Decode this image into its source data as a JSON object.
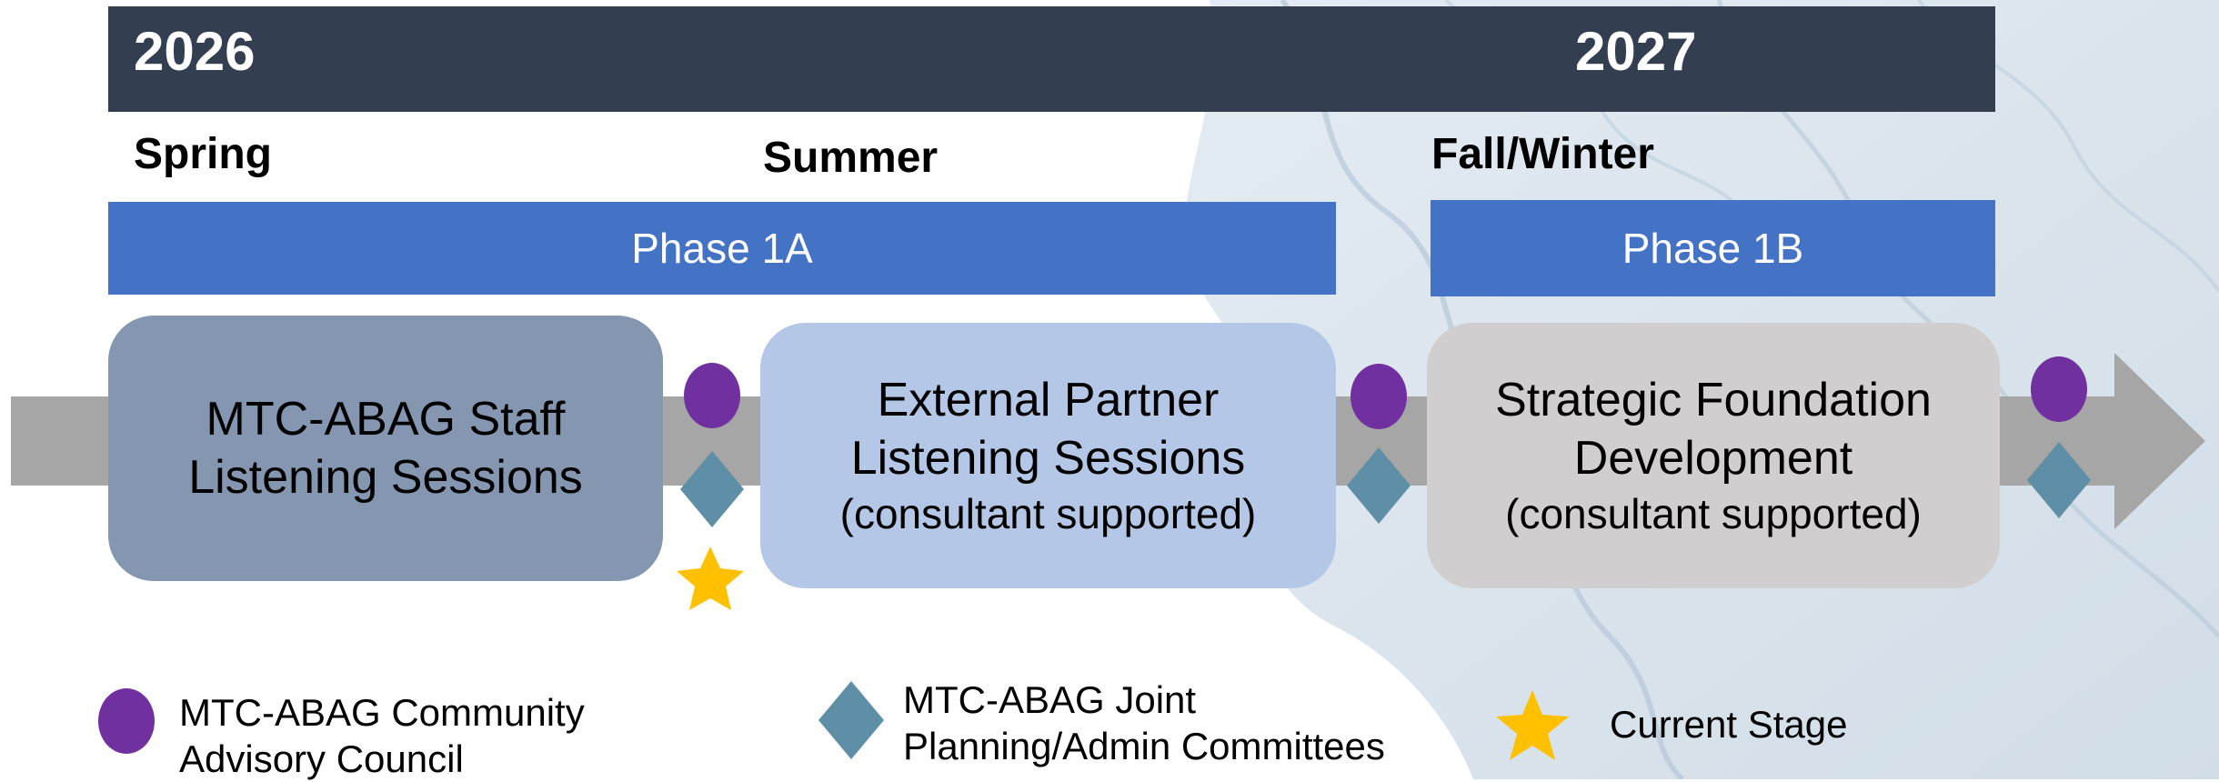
{
  "header": {
    "year_start": "2026",
    "year_end": "2027"
  },
  "seasons": {
    "spring": "Spring",
    "summer": "Summer",
    "fall_winter": "Fall/Winter"
  },
  "phases": {
    "phase_1a": "Phase 1A",
    "phase_1b": "Phase 1B"
  },
  "stages": [
    {
      "line1": "MTC-ABAG Staff",
      "line2": "Listening Sessions",
      "line3": ""
    },
    {
      "line1": "External Partner",
      "line2": "Listening Sessions",
      "line3": "(consultant supported)"
    },
    {
      "line1": "Strategic Foundation",
      "line2": "Development",
      "line3": "(consultant supported)"
    }
  ],
  "legend": {
    "cac_line1": "MTC-ABAG Community",
    "cac_line2": "Advisory Council",
    "joint_line1": "MTC-ABAG Joint",
    "joint_line2": "Planning/Admin Committees",
    "current": "Current Stage"
  },
  "colors": {
    "header": "#333f50",
    "phase": "#4472c4",
    "stage1": "#8496b0",
    "stage2": "#b4c7e7",
    "stage3": "#d0cece",
    "arrow": "#a6a6a6",
    "cac_marker": "#7030a0",
    "committee_marker": "#5f8fa7",
    "current_marker": "#ffc000"
  },
  "icons": {
    "cac": "purple-ellipse",
    "committee": "teal-diamond",
    "current": "gold-star"
  }
}
